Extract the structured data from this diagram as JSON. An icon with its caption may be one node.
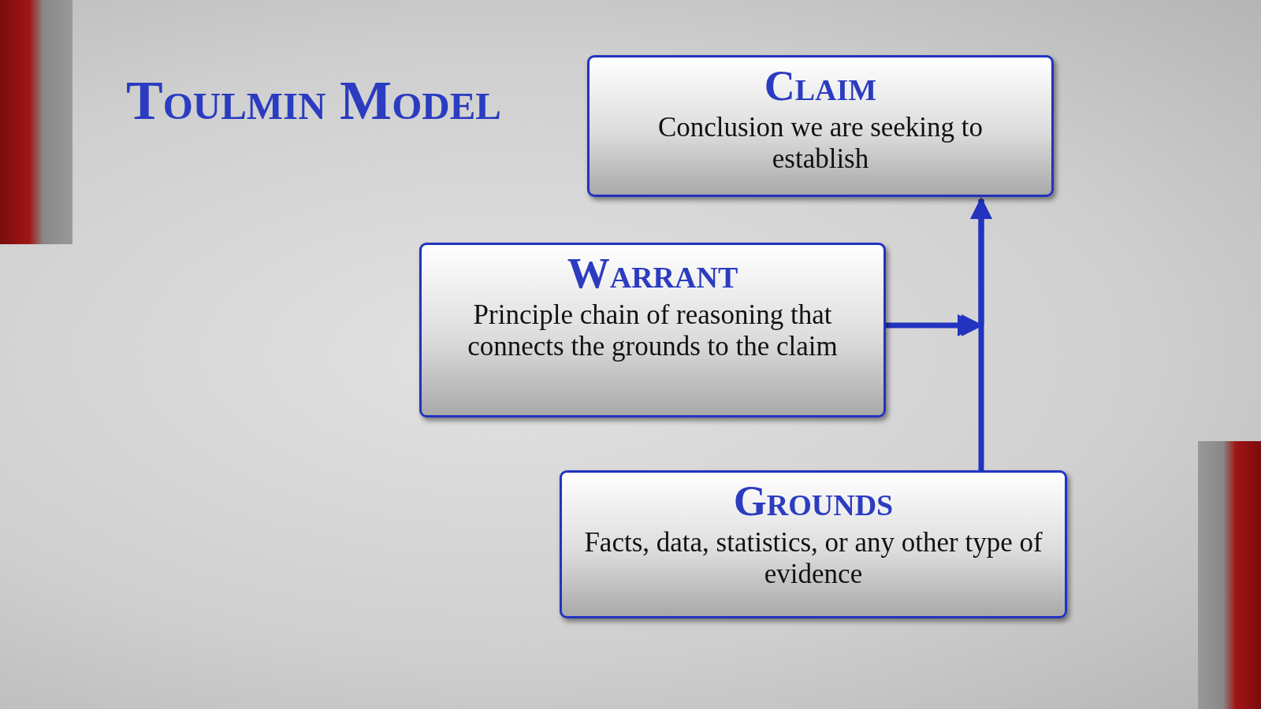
{
  "diagram": {
    "title": "Toulmin Model",
    "nodes": [
      {
        "text": [
          "Claim",
          "Conclusion we are seeking to establish"
        ]
      },
      {
        "text": [
          "Warrant",
          "Principle chain of reasoning that connects the grounds to the claim"
        ]
      },
      {
        "text": [
          "Grounds",
          "Facts, data, statistics, or any other type of evidence"
        ]
      }
    ],
    "edges": [
      {
        "from": 2,
        "to": 0,
        "arrow": "to"
      },
      {
        "from": 1,
        "to": 0,
        "arrow": "to"
      }
    ]
  }
}
